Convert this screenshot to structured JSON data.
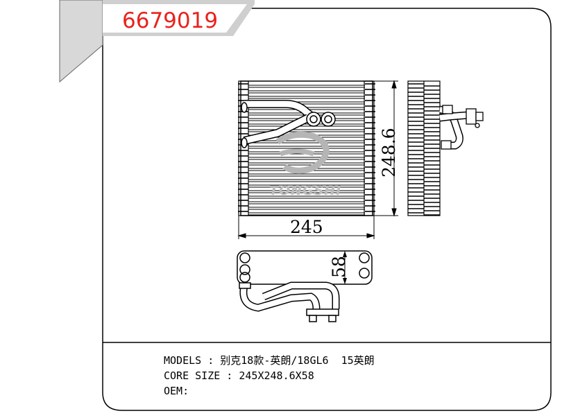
{
  "part_number": "6679019",
  "dimensions": {
    "width": "245",
    "height": "248.6",
    "depth": "58"
  },
  "watermark": "TONGSHI",
  "info": {
    "models_label": "MODELS",
    "models_value": "别克18款-英朗/18GL6  15英朗",
    "core_size_label": "CORE SIZE",
    "core_size_value": "245X248.6X58",
    "oem_label": "OEM",
    "oem_value": ""
  }
}
